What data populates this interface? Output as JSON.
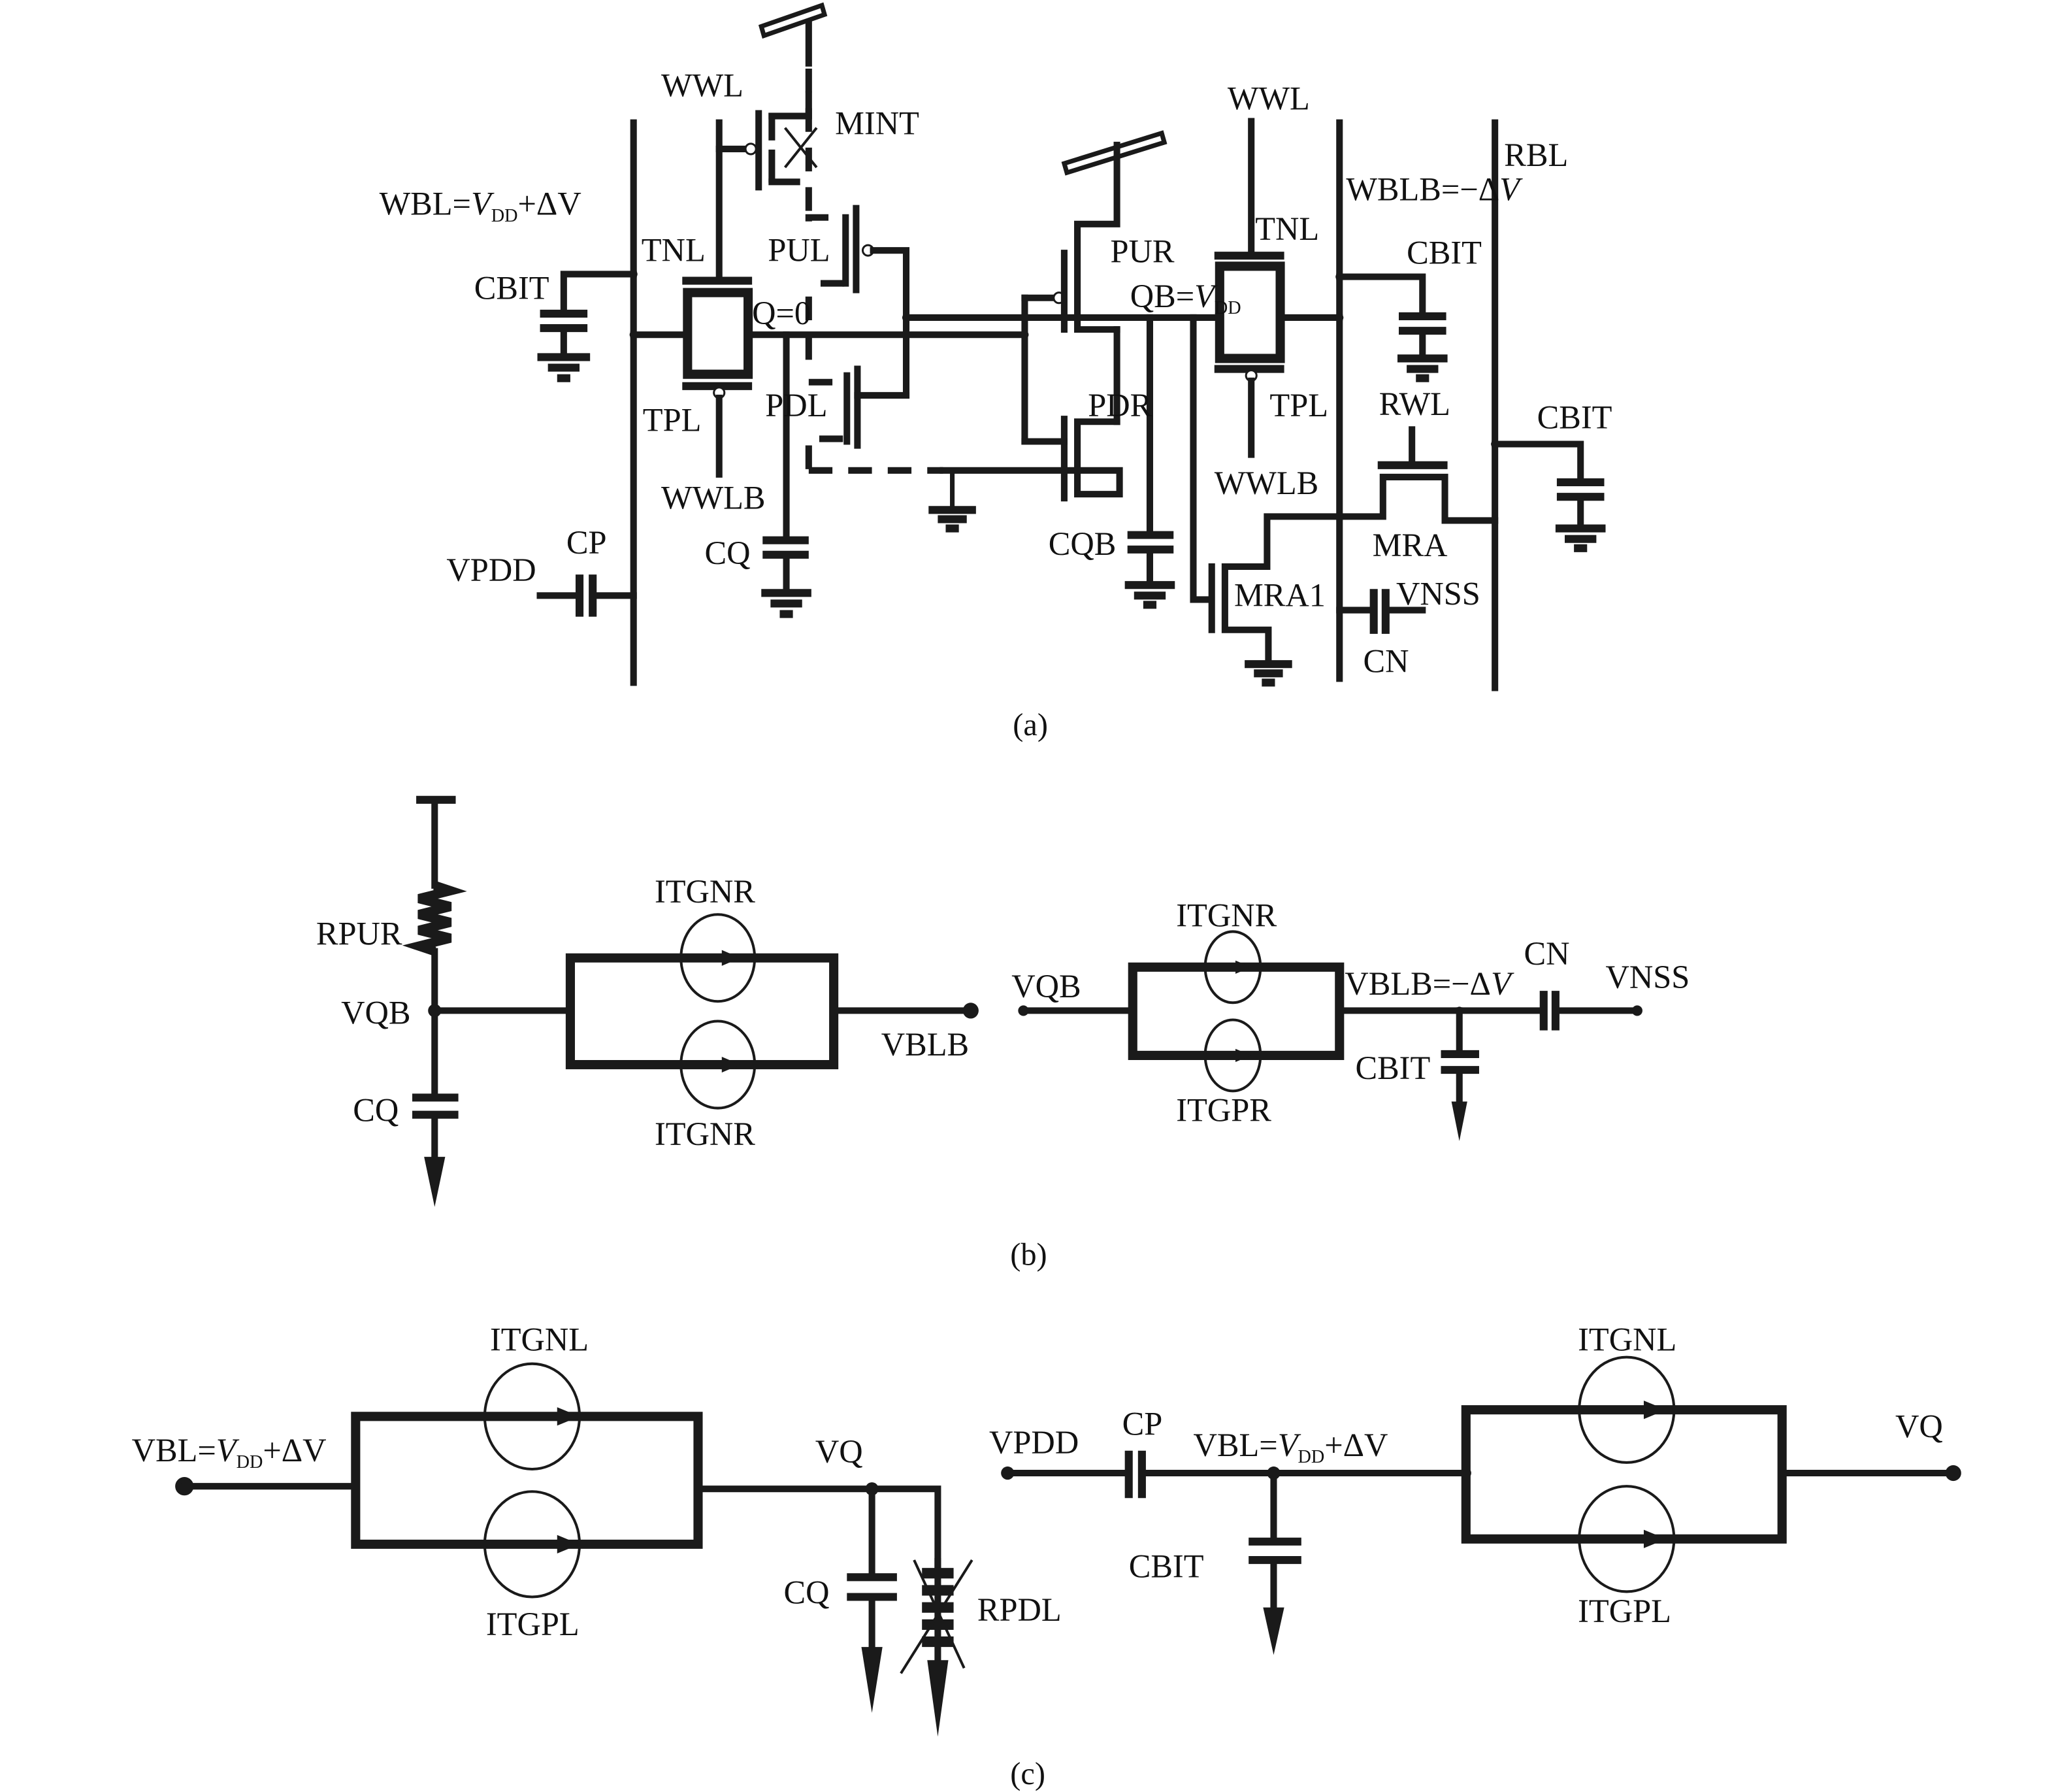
{
  "figure": {
    "panels": [
      {
        "id": "a",
        "caption": "(a)",
        "title": "SRAM cell schematic (write condition)",
        "labels": {
          "wwl_left": "WWL",
          "mint": "MINT",
          "wbl_prefix": "WBL=",
          "wbl_v": "V",
          "wbl_sub": "DD",
          "wbl_suffix": "+ΔV",
          "tnl_left": "TNL",
          "pul": "PUL",
          "cbit_left": "CBIT",
          "q_node": "Q=0",
          "tpl_left": "TPL",
          "pdl": "PDL",
          "wwlb_left": "WWLB",
          "cp": "CP",
          "vpdd": "VPDD",
          "cq": "CQ",
          "pur": "PUR",
          "qb_prefix": "QB=",
          "qb_v": "V",
          "qb_sub": "DD",
          "pdr": "PDR",
          "cqb": "CQB",
          "mra1": "MRA1",
          "wwl_right": "WWL",
          "tnl_right": "TNL",
          "tpl_right": "TPL",
          "wwlb_right": "WWLB",
          "wblb_prefix": "WBLB=−Δ",
          "wblb_v": "V",
          "rbl": "RBL",
          "cbit_mid": "CBIT",
          "rwl": "RWL",
          "mra": "MRA",
          "vnss": "VNSS",
          "cn": "CN",
          "cbit_right": "CBIT"
        }
      },
      {
        "id": "b",
        "caption": "(b)",
        "labels": {
          "rpur": "RPUR",
          "vqb_left": "VQB",
          "cq": "CQ",
          "itgnr_top_left": "ITGNR",
          "itgnr_bottom_left": "ITGNR",
          "vblb_left": "VBLB",
          "vqb_right": "VQB",
          "itgnr_top_right": "ITGNR",
          "itgpr_bottom_right": "ITGPR",
          "vblb_right_prefix": "VBLB=−Δ",
          "vblb_right_v": "V",
          "cn": "CN",
          "vnss": "VNSS",
          "cbit": "CBIT"
        }
      },
      {
        "id": "c",
        "caption": "(c)",
        "labels": {
          "vbl_left_prefix": "VBL=",
          "vbl_left_v": "V",
          "vbl_left_sub": "DD",
          "vbl_left_suffix": "+ΔV",
          "itgnl_left": "ITGNL",
          "itgpl_left": "ITGPL",
          "vq_left": "VQ",
          "cq": "CQ",
          "rpdl": "RPDL",
          "vpdd": "VPDD",
          "cp": "CP",
          "vbl_right_prefix": "VBL=",
          "vbl_right_v": "V",
          "vbl_right_sub": "DD",
          "vbl_right_suffix": "+ΔV",
          "cbit": "CBIT",
          "itgnl_right": "ITGNL",
          "itgpl_right": "ITGPL",
          "vq_right": "VQ"
        }
      }
    ]
  }
}
